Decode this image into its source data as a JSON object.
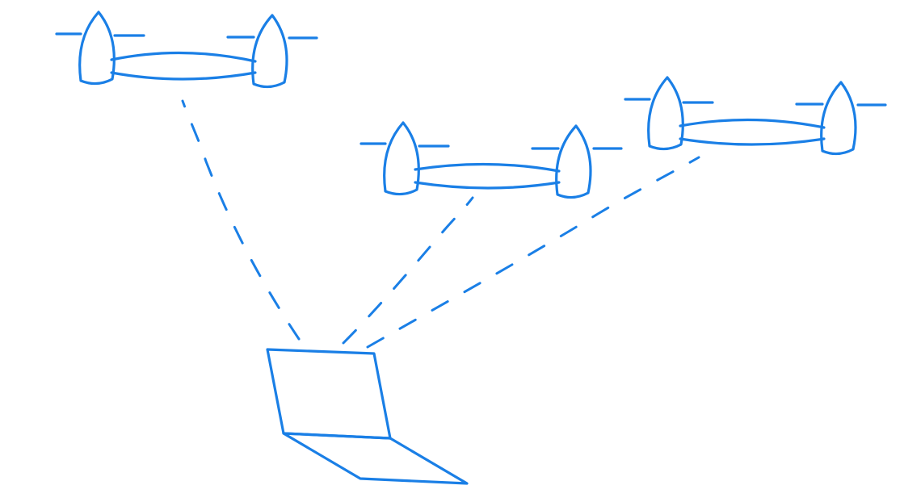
{
  "diagram": {
    "stroke_color": "#1a7fe6",
    "background_color": "#ffffff",
    "nodes": [
      {
        "id": "drone-1",
        "type": "drone",
        "icon": "drone-icon"
      },
      {
        "id": "drone-2",
        "type": "drone",
        "icon": "drone-icon"
      },
      {
        "id": "drone-3",
        "type": "drone",
        "icon": "drone-icon"
      },
      {
        "id": "laptop",
        "type": "laptop",
        "icon": "laptop-icon"
      }
    ],
    "links": [
      {
        "from": "laptop",
        "to": "drone-1",
        "style": "dashed"
      },
      {
        "from": "laptop",
        "to": "drone-2",
        "style": "dashed"
      },
      {
        "from": "laptop",
        "to": "drone-3",
        "style": "dashed"
      }
    ]
  }
}
